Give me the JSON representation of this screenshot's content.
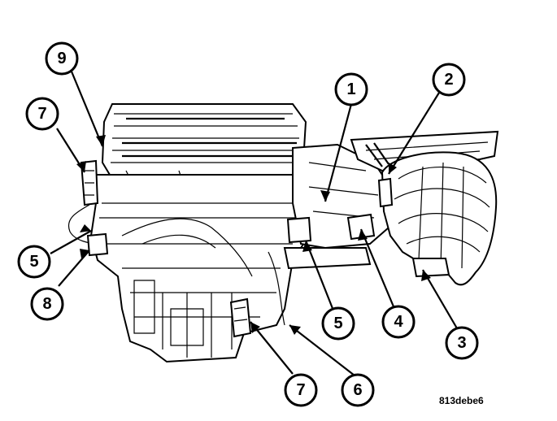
{
  "figure_code": "813debe6",
  "callouts": [
    {
      "id": "callout-9a",
      "label": "9"
    },
    {
      "id": "callout-7a",
      "label": "7"
    },
    {
      "id": "callout-1",
      "label": "1"
    },
    {
      "id": "callout-2",
      "label": "2"
    },
    {
      "id": "callout-5a",
      "label": "5"
    },
    {
      "id": "callout-8",
      "label": "8"
    },
    {
      "id": "callout-5b",
      "label": "5"
    },
    {
      "id": "callout-4",
      "label": "4"
    },
    {
      "id": "callout-3",
      "label": "3"
    },
    {
      "id": "callout-7b",
      "label": "7"
    },
    {
      "id": "callout-6",
      "label": "6"
    }
  ]
}
